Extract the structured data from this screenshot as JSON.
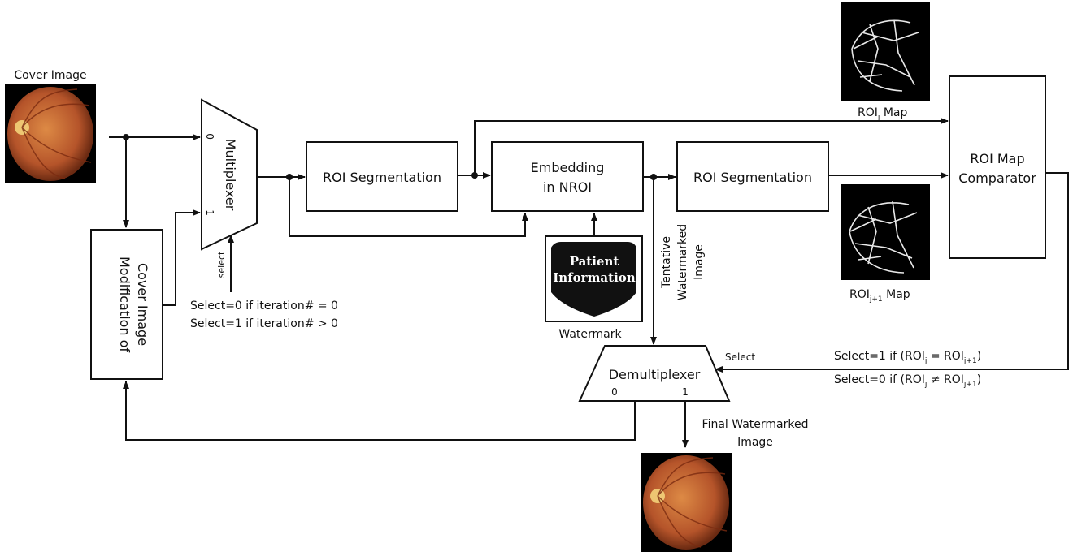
{
  "labels": {
    "cover_image": "Cover Image",
    "modification_line1": "Modification of",
    "modification_line2": "Cover Image",
    "multiplexer": "Multiplexer",
    "mux_in0": "0",
    "mux_in1": "1",
    "mux_select": "select",
    "select_rule_1": "Select=0 if iteration# = 0",
    "select_rule_2": "Select=1 if iteration# > 0",
    "roi_segmentation_1": "ROI Segmentation",
    "embedding_line1": "Embedding",
    "embedding_line2": "in NROI",
    "roi_segmentation_2": "ROI Segmentation",
    "comparator_line1": "ROI Map",
    "comparator_line2": "Comparator",
    "watermark_badge_line1": "Patient",
    "watermark_badge_line2": "Information",
    "watermark": "Watermark",
    "tentative_line1": "Tentative",
    "tentative_line2": "Watermarked",
    "tentative_line3": "Image",
    "roi_j_map_prefix": "ROI",
    "roi_j_map_sub": "j",
    "roi_j_map_suffix": " Map",
    "roi_j1_map_prefix": "ROI",
    "roi_j1_map_sub": "j+1",
    "roi_j1_map_suffix": " Map",
    "demux_select": "Select",
    "demultiplexer": "Demultiplexer",
    "demux_out0": "0",
    "demux_out1": "1",
    "cond1_a": "Select=1 if (ROI",
    "cond1_sub1": "j",
    "cond1_b": " = ROI",
    "cond1_sub2": "j+1",
    "cond1_c": ")",
    "cond0_a": "Select=0 if (ROI",
    "cond0_sub1": "j",
    "cond0_b": " ≠ ROI",
    "cond0_sub2": "j+1",
    "cond0_c": ")",
    "final_line1": "Final Watermarked",
    "final_line2": "Image"
  },
  "colors": {
    "retina_outer": "#6b2a12",
    "retina_mid": "#b5542a",
    "retina_inner": "#d9823f",
    "optic_disc": "#f3d27a",
    "vessel_map": "#e8e8e8",
    "badge": "#111111"
  }
}
